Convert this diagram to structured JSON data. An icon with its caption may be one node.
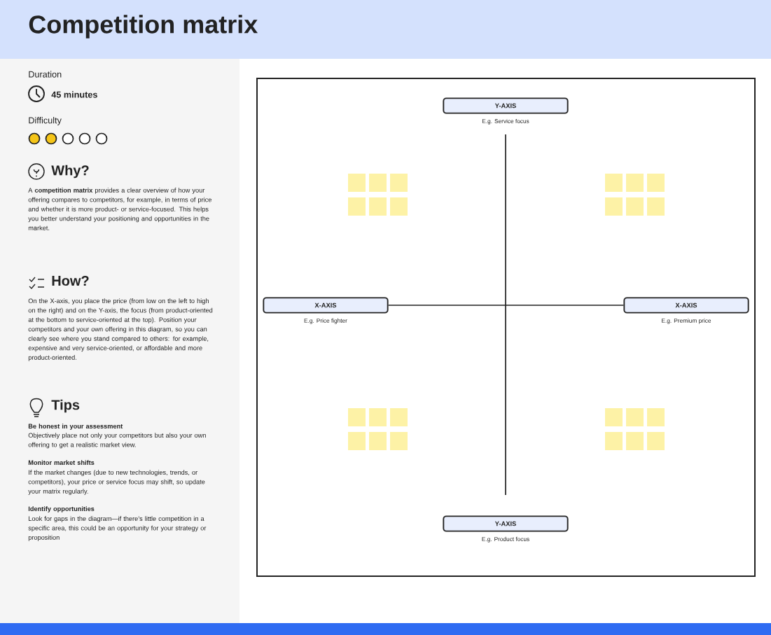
{
  "diagram": {
    "title": "Competition matrix",
    "nodes": [
      {
        "text": [
          "Y-AXIS"
        ],
        "beside": [
          "E.g. Service focus"
        ]
      },
      {
        "text": [
          "X-AXIS"
        ],
        "beside": [
          "E.g. Price fighter"
        ]
      },
      {
        "text": [
          "X-AXIS"
        ],
        "beside": [
          "E.g. Premium price"
        ]
      },
      {
        "text": [
          "Y-AXIS"
        ],
        "beside": [
          "E.g. Product focus"
        ]
      }
    ],
    "edges": [
      {
        "from": 0,
        "to": 3,
        "arrow": "none"
      },
      {
        "from": 1,
        "to": 2,
        "arrow": "none"
      }
    ],
    "labels": [
      "Duration",
      "45 minutes",
      "Difficulty",
      "Why?",
      "A **competition matrix** provides a clear overview of how your offering compares to competitors, for example, in terms of price and whether it is more product- or service-focused. This helps you better understand your positioning and opportunities in the market.",
      "How?",
      "On the X-axis, you place the price (from low on the left to high on the right) and on the Y-axis, the focus (from product-oriented at the bottom to service-oriented at the top). Position your competitors and your own offering in this diagram, so you can clearly see where you stand compared to others: for example, expensive and very service-oriented, or affordable and more product-oriented.",
      "Tips",
      "Be honest in your assessment",
      "Objectively place not only your competitors but also your own offering to get a realistic market view.",
      "Monitor market shifts",
      "If the market changes (due to new technologies, trends, or competitors), your price or service focus may shift, so update your matrix regularly.",
      "Identify opportunities",
      "Look for gaps in the diagram—if there’s little competition in a specific area, this could be an opportunity for your strategy or proposition"
    ]
  }
}
